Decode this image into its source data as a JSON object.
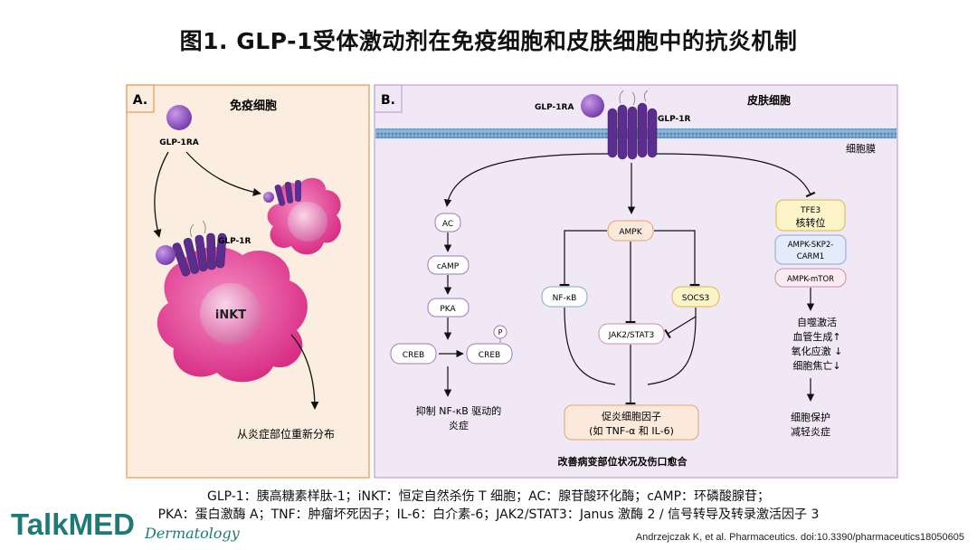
{
  "title": "图1. GLP-1受体激动剂在免疫细胞和皮肤细胞中的抗炎机制",
  "panel_a": {
    "letter": "A.",
    "heading": "免疫细胞",
    "ligand": "GLP-1RA",
    "receptor": "GLP-1R",
    "cell": "iNKT",
    "outcome": "从炎症部位重新分布"
  },
  "panel_b": {
    "letter": "B.",
    "heading": "皮肤细胞",
    "ligand": "GLP-1RA",
    "receptor": "GLP-1R",
    "membrane": "细胞膜",
    "ac": "AC",
    "camp": "cAMP",
    "pka": "PKA",
    "creb1": "CREB",
    "creb2": "CREB",
    "p": "P",
    "left_outcome_1": "抑制 NF-κB 驱动的",
    "left_outcome_2": "炎症",
    "ampk": "AMPK",
    "nfkb": "NF-κB",
    "socs3": "SOCS3",
    "jak": "JAK2/STAT3",
    "cyto_1": "促炎细胞因子",
    "cyto_2": "(如 TNF-α 和 IL-6)",
    "tfe3_1": "TFE3",
    "tfe3_2": "核转位",
    "skp_1": "AMPK-SKP2-",
    "skp_2": "CARM1",
    "mtor": "AMPK-mTOR",
    "right_out_1": "自噬激活",
    "right_out_2": "血管生成↑",
    "right_out_3": "氧化应激 ↓",
    "right_out_4": "细胞焦亡↓",
    "right_final_1": "细胞保护",
    "right_final_2": "减轻炎症",
    "bottom": "改善病变部位状况及伤口愈合"
  },
  "footer": {
    "line1": "GLP-1：胰高糖素样肽-1；iNKT：恒定自然杀伤 T 细胞；AC：腺苷酸环化酶；cAMP：环磷酸腺苷；",
    "line2": "PKA：蛋白激酶 A；TNF：肿瘤坏死因子；IL-6：白介素-6；JAK2/STAT3：Janus 激酶 2 / 信号转导及转录激活因子 3"
  },
  "brand": {
    "name": "TalkMED",
    "sub": "Dermatology"
  },
  "citation": "Andrzejczak K, et al. Pharmaceutics. doi:10.3390/pharmaceutics18050605",
  "colors": {
    "panel_a_bg": "#fbeee0",
    "panel_a_border": "#f0a868",
    "panel_b_bg": "#f1e8f6",
    "panel_b_border": "#cbb0dc",
    "cell_pink": "#e8429a",
    "receptor_purple": "#5b2d8c",
    "ligand_purple": "#9b59c8",
    "brand": "#1f7a75"
  }
}
